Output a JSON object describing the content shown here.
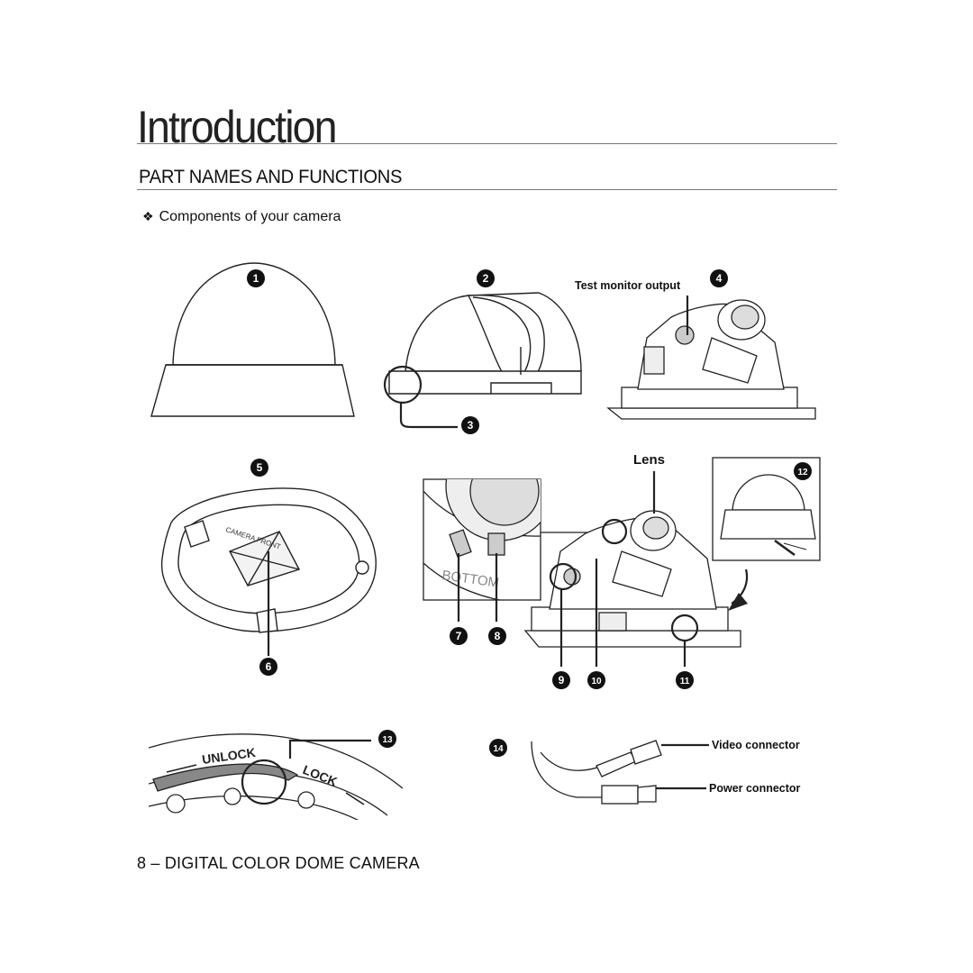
{
  "header": {
    "title": "Introduction",
    "section": "PART NAMES AND FUNCTIONS",
    "bullet": "❖",
    "subheading": "Components of your camera"
  },
  "callouts": [
    "1",
    "2",
    "3",
    "4",
    "5",
    "6",
    "7",
    "8",
    "9",
    "10",
    "11",
    "12",
    "13",
    "14"
  ],
  "labels": {
    "test_monitor_output": "Test monitor output",
    "lens": "Lens",
    "video_connector": "Video connector",
    "power_connector": "Power connector",
    "unlock": "UNLOCK",
    "lock": "LOCK",
    "bottom": "BOTTOM",
    "camera_front": "CAMERA FRONT"
  },
  "footer": {
    "text": "8 – DIGITAL COLOR DOME CAMERA"
  }
}
